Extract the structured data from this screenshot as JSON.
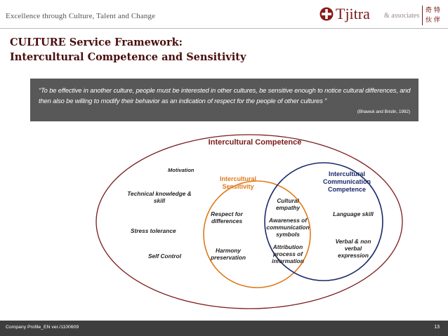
{
  "header": {
    "tagline": "Excellence through Culture, Talent and Change",
    "logo_name": "Tjitra",
    "logo_assoc": "& associates",
    "logo_cn_line1": "奇 特",
    "logo_cn_line2": "伙 伴"
  },
  "title": {
    "line1": "CULTURE Service Framework:",
    "line2": "Intercultural Competence and Sensitivity"
  },
  "quote": {
    "text": "“To be effective in another culture, people must be interested in other cultures, be sensitive enough to notice cultural differences, and then also be willing to modify their behavior as an indication of respect for the people of other cultures ”",
    "source": "(Bhawuk and Brislin, 1992)"
  },
  "diagram": {
    "outer_title": "Intercultural Competence",
    "sensitivity_title": "Intercultural Sensitivity",
    "communication_title": "Intercultural Communication Competence",
    "outer_items": {
      "motivation": "Motivation",
      "technical": "Technical knowledge & skill",
      "stress": "Stress tolerance",
      "self_control": "Self Control"
    },
    "sensitivity_items": {
      "respect": "Respect for differences",
      "harmony": "Harmony preservation"
    },
    "overlap_items": {
      "cultural_empathy": "Cultural empathy",
      "awareness": "Awareness of communication symbols",
      "attribution": "Attribution process of information"
    },
    "communication_items": {
      "language": "Language skill",
      "verbal": "Verbal & non verbal expression"
    },
    "colors": {
      "outer": "#7a1a1a",
      "sensitivity": "#e07a1a",
      "communication": "#1a2a6a"
    }
  },
  "footer": {
    "left": "Company Profile_EN ver./1100609",
    "page": "13"
  }
}
